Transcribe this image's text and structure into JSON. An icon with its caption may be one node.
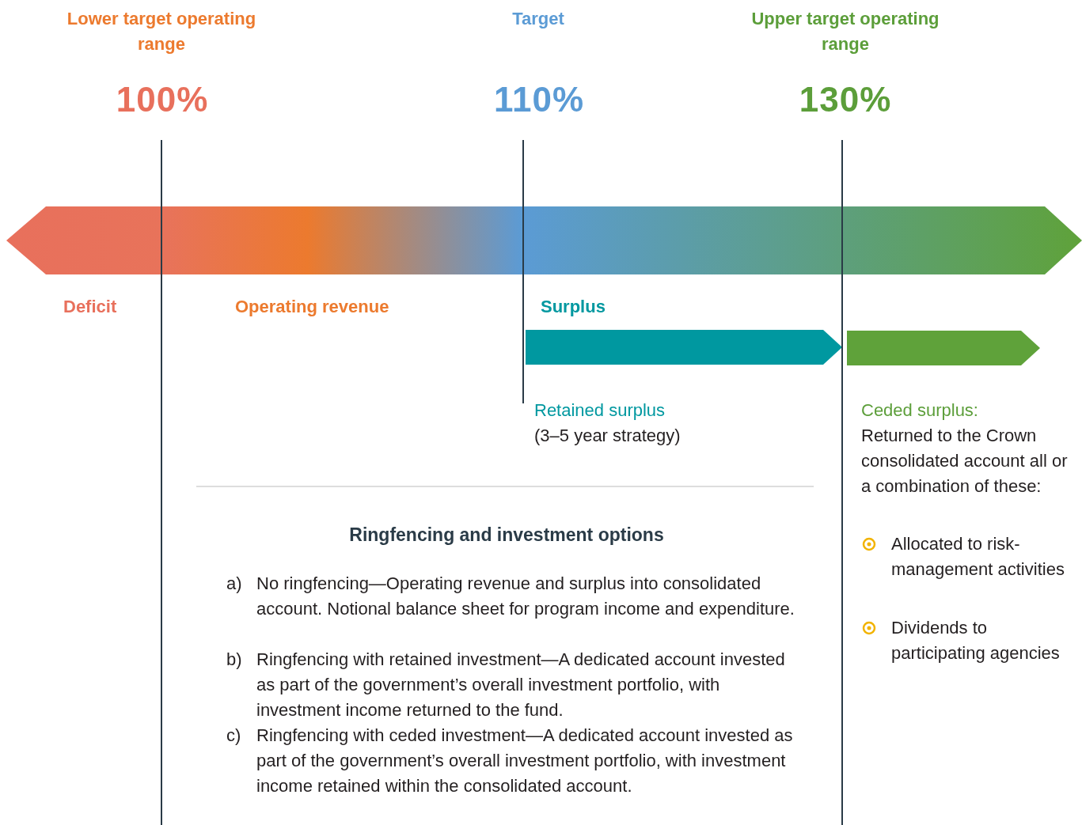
{
  "diagram": {
    "labels": [
      "Lower target operating range",
      "Target",
      "Upper target operating range",
      "100%",
      "110%",
      "130%",
      "Deficit",
      "Operating revenue",
      "Surplus",
      "Retained surplus",
      "(3–5 year strategy)",
      "Ceded surplus:",
      "Returned to the Crown consolidated account all or a combination of these:",
      "Allocated to risk- management activities",
      "Dividends to participating agencies",
      "Ringfencing and investment options",
      "a)",
      "No ringfencing—Operating revenue and surplus into consolidated account. Notional balance sheet for program income and expenditure.",
      "b)",
      "Ringfencing with retained investment—A dedicated account invested as part of the government’s overall investment portfolio, with investment income returned to the fund.",
      "c)",
      "Ringfencing with ceded investment—A dedicated account invested as part of the government’s overall investment portfolio, with investment income retained within the consolidated account."
    ]
  }
}
